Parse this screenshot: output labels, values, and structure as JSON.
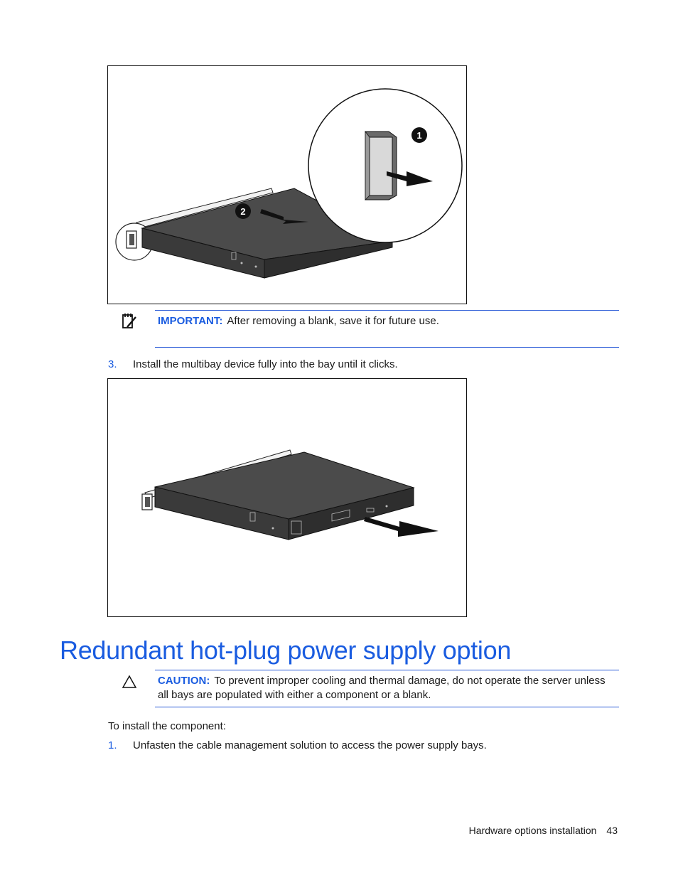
{
  "important": {
    "label": "IMPORTANT:",
    "text": "After removing a blank, save it for future use."
  },
  "step3": {
    "number": "3.",
    "text": "Install the multibay device fully into the bay until it clicks."
  },
  "figure1": {
    "callouts": [
      "1",
      "2"
    ]
  },
  "section": {
    "title": "Redundant hot-plug power supply option"
  },
  "caution": {
    "label": "CAUTION:",
    "text": "To prevent improper cooling and thermal damage, do not operate the server unless all bays are populated with either a component or a blank."
  },
  "intro": "To install the component:",
  "step1": {
    "number": "1.",
    "text": "Unfasten the cable management solution to access the power supply bays."
  },
  "footer": {
    "section": "Hardware options installation",
    "page": "43"
  },
  "colors": {
    "accent": "#1a5ce0"
  }
}
